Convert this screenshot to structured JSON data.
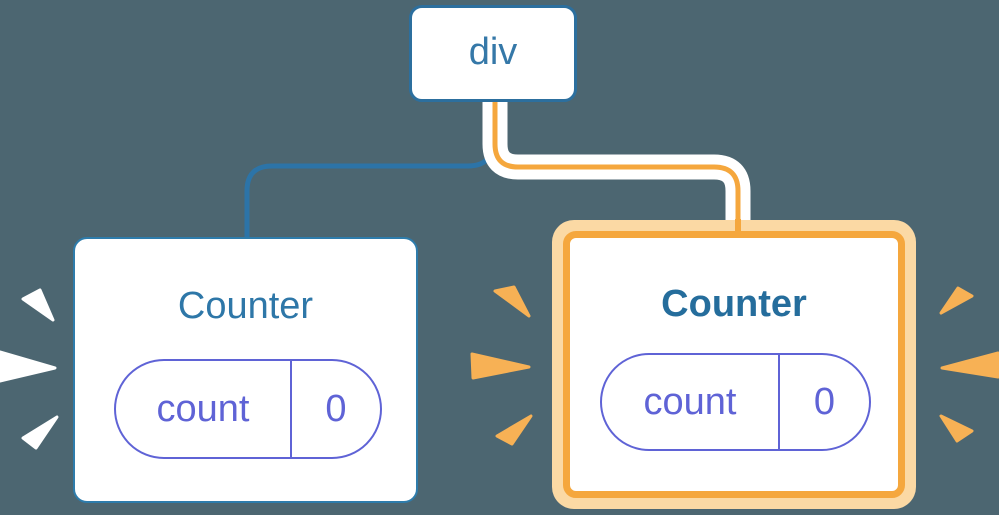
{
  "diagram": {
    "root_node": {
      "label": "div"
    },
    "left_node": {
      "title": "Counter",
      "state_key": "count",
      "state_value": "0",
      "highlighted": false
    },
    "right_node": {
      "title": "Counter",
      "state_key": "count",
      "state_value": "0",
      "highlighted": true
    }
  },
  "colors": {
    "background": "#4c6671",
    "node_border_blue": "#2c6f9e",
    "connector_blue": "#2c74a8",
    "title_blue": "#2e77a8",
    "title_blue_bold": "#256d9c",
    "pill_purple": "#5f63d6",
    "highlight_orange": "#f5a73d",
    "highlight_peach": "#fbd9a4",
    "spark_orange": "#f7b155",
    "spark_white": "#ffffff",
    "card_background": "#ffffff"
  }
}
